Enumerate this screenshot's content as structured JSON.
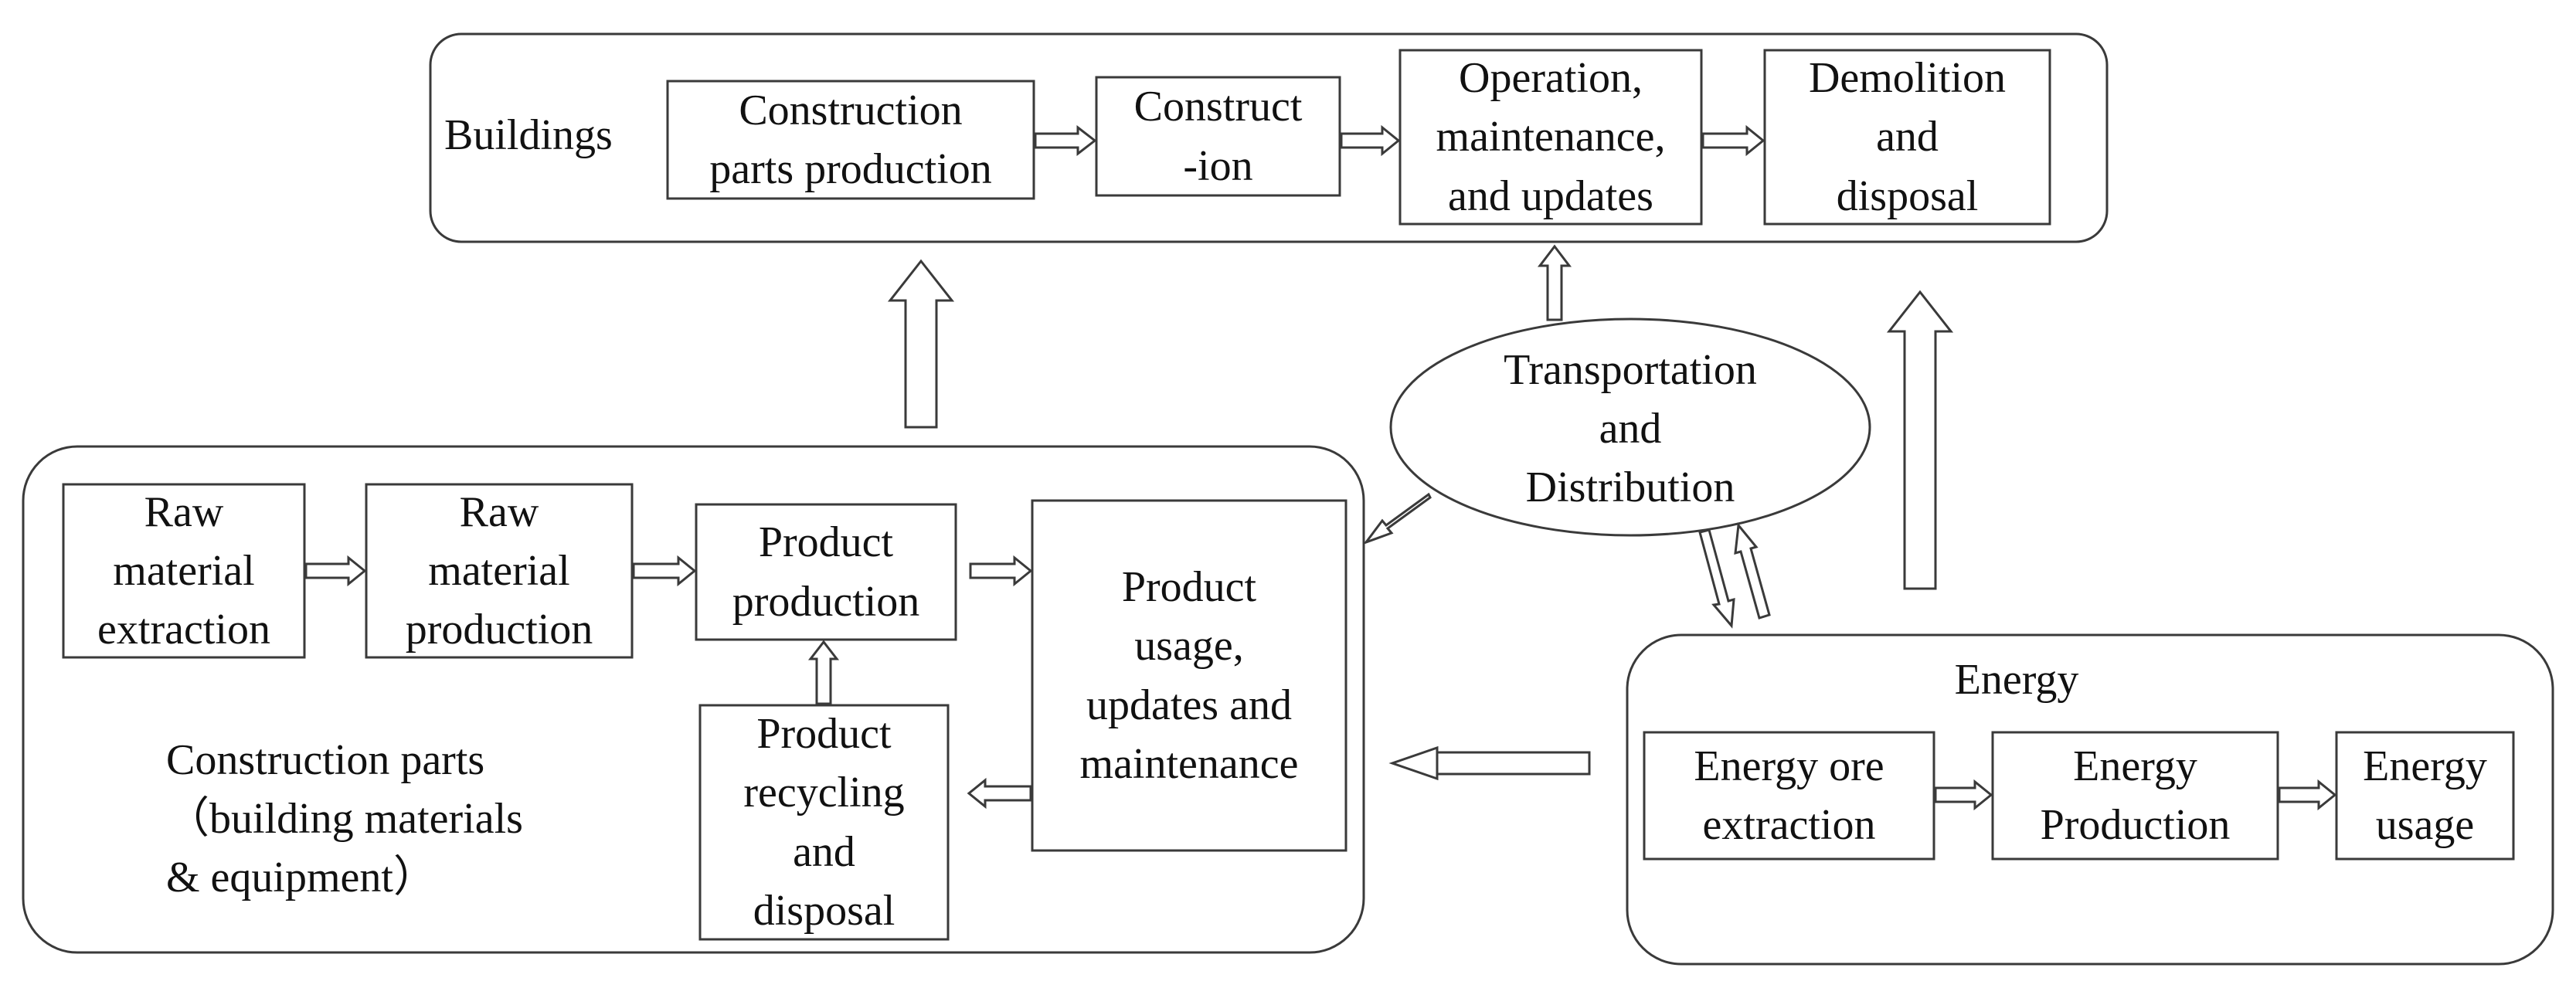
{
  "colors": {
    "stroke": "#3a3a3a",
    "text": "#111111",
    "background": "#ffffff"
  },
  "groups": {
    "buildings": {
      "title": "Buildings",
      "steps": {
        "construction_parts_production": "Construction\nparts production",
        "construction": "Construct\n-ion",
        "operation": "Operation,\nmaintenance,\nand updates",
        "demolition": "Demolition\nand\ndisposal"
      }
    },
    "construction_parts": {
      "title": "Construction parts\n（building materials\n  & equipment）",
      "steps": {
        "raw_material_extraction": "Raw\nmaterial\nextraction",
        "raw_material_production": "Raw\nmaterial\nproduction",
        "product_production": "Product\nproduction",
        "product_usage": "Product\nusage,\nupdates and\nmaintenance",
        "product_recycling": "Product\nrecycling\nand\ndisposal"
      }
    },
    "energy": {
      "title": "Energy",
      "steps": {
        "energy_ore_extraction": "Energy ore\nextraction",
        "energy_production": "Energy\nProduction",
        "energy_usage": "Energy\nusage"
      }
    },
    "transportation": {
      "label": "Transportation\nand\nDistribution"
    }
  }
}
